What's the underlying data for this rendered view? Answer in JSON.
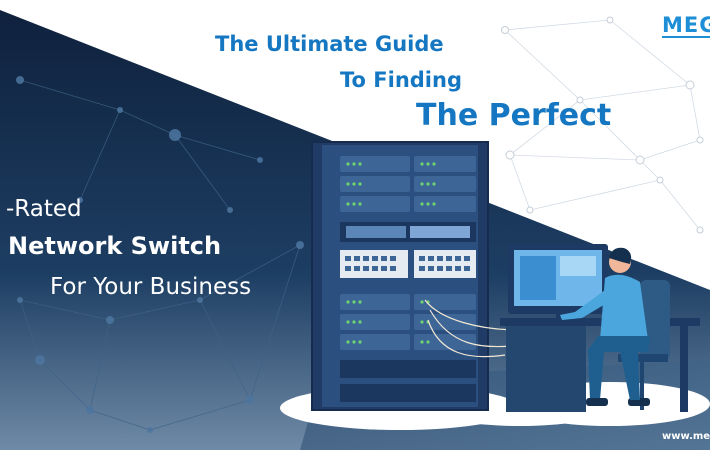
{
  "headline": {
    "line1": "The Ultimate Guide",
    "line2": "To Finding",
    "line3": "The Perfect",
    "line4": "-Rated",
    "line5": "Network Switch",
    "line6": "For Your Business"
  },
  "brand": {
    "logo_text": "MEG",
    "website": "www.me"
  },
  "colors": {
    "accent_blue": "#1e8ed6",
    "navy": "#13294a",
    "background": "#ffffff"
  }
}
